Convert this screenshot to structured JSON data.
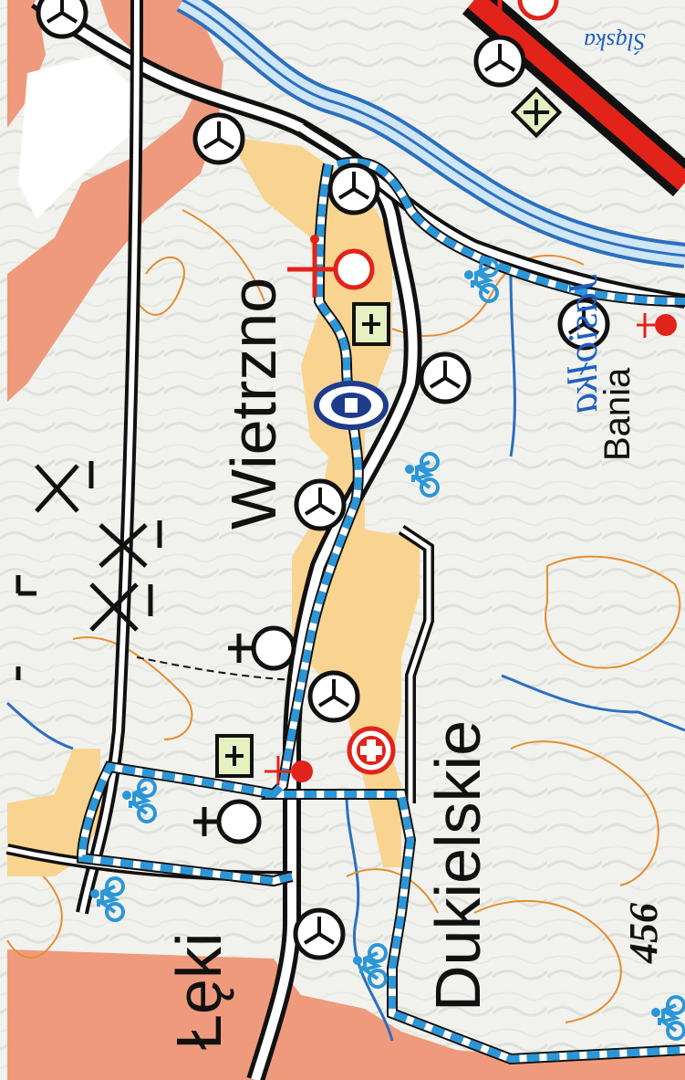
{
  "map": {
    "places": {
      "wietrzno": "Wietrzno",
      "dukielskie": "Dukielskie",
      "leki": "Łęki",
      "bania": "Bania"
    },
    "river": "Jasiołka",
    "river_partial_top": "Śląska",
    "elevation": "456",
    "colors": {
      "forest_boundary": "#ef9a7c",
      "settlement": "#f9d491",
      "trail_blue": "#2b96d8",
      "river": "#2c6fbf",
      "road_red": "#e2231a",
      "contour": "#e48d2e",
      "info_box": "#e6f0c0"
    },
    "icons": [
      "windmill-icon",
      "church-icon",
      "chapel-icon",
      "bicycle-icon",
      "first-aid-icon",
      "info-icon",
      "cemetery-icon",
      "cross-icon"
    ]
  }
}
